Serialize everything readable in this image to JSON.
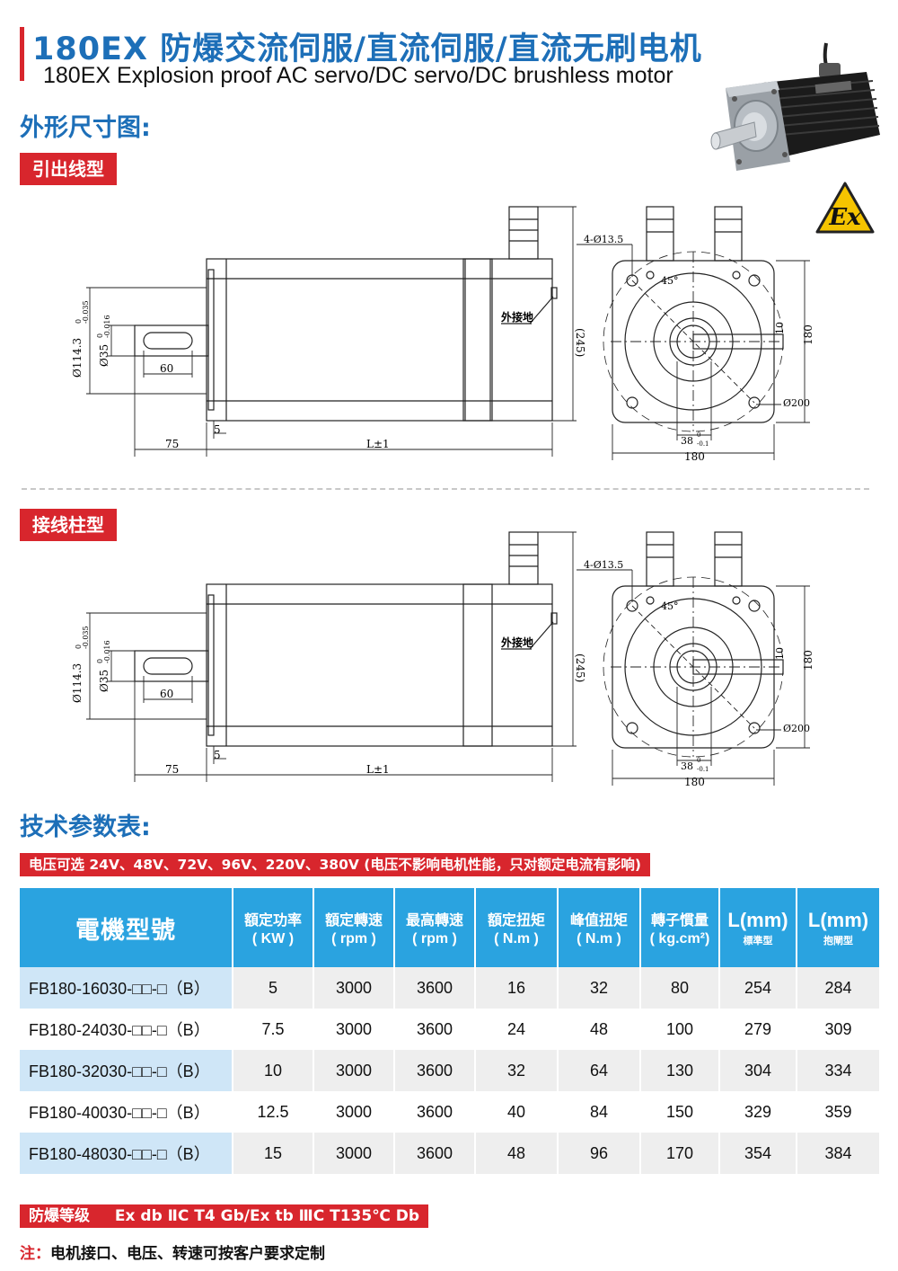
{
  "header": {
    "title_cn": "180EX 防爆交流伺服/直流伺服/直流无刷电机",
    "title_en": "180EX Explosion proof AC servo/DC servo/DC brushless motor"
  },
  "drawing_section": {
    "heading": "外形尺寸图:",
    "type1_tag": "引出线型",
    "type2_tag": "接线柱型",
    "labels": {
      "bolt_holes": "4-Ø13.5",
      "angle": "45°",
      "ground": "外接地",
      "height": "(245)",
      "dim_180_side": "180",
      "dim_180_bottom": "180",
      "keyway_width": "10",
      "pcd": "Ø200",
      "shaft_key": "38",
      "shaft_key_tol_top": "0",
      "shaft_key_tol_bot": "-0.1",
      "flange_len": "75",
      "body_len": "L±1",
      "step": "5",
      "key_len": "60",
      "spigot": "Ø114.3",
      "spigot_tol_top": "0",
      "spigot_tol_bot": "-0.035",
      "shaft": "Ø35",
      "shaft_tol_top": "0",
      "shaft_tol_bot": "-0.016"
    }
  },
  "params_section": {
    "heading": "技术参数表:",
    "voltage_note": "电压可选 24V、48V、72V、96V、220V、380V (电压不影响电机性能，只对额定电流有影响)",
    "table": {
      "headers": [
        {
          "l1": "電機型號"
        },
        {
          "l1": "額定功率",
          "l2": "( KW )"
        },
        {
          "l1": "額定轉速",
          "l2": "( rpm )"
        },
        {
          "l1": "最高轉速",
          "l2": "( rpm )"
        },
        {
          "l1": "額定扭矩",
          "l2": "( N.m )"
        },
        {
          "l1": "峰值扭矩",
          "l2": "( N.m )"
        },
        {
          "l1": "轉子慣量",
          "l2": "( kg.cm²)"
        },
        {
          "l1": "L(mm)",
          "l3": "標準型"
        },
        {
          "l1": "L(mm)",
          "l3": "抱閘型"
        }
      ],
      "rows": [
        [
          "FB180-16030-□□-□（B）",
          "5",
          "3000",
          "3600",
          "16",
          "32",
          "80",
          "254",
          "284"
        ],
        [
          "FB180-24030-□□-□（B）",
          "7.5",
          "3000",
          "3600",
          "24",
          "48",
          "100",
          "279",
          "309"
        ],
        [
          "FB180-32030-□□-□（B）",
          "10",
          "3000",
          "3600",
          "32",
          "64",
          "130",
          "304",
          "334"
        ],
        [
          "FB180-40030-□□-□（B）",
          "12.5",
          "3000",
          "3600",
          "40",
          "84",
          "150",
          "329",
          "359"
        ],
        [
          "FB180-48030-□□-□（B）",
          "15",
          "3000",
          "3600",
          "48",
          "96",
          "170",
          "354",
          "384"
        ]
      ]
    },
    "ex_rating_label": "防爆等级",
    "ex_rating_value": "Ex db ⅡC T4 Gb/Ex tb ⅢC T135℃ Db",
    "note_prefix": "注：",
    "note_text": "电机接口、电压、转速可按客户要求定制"
  },
  "colors": {
    "brand_blue": "#1d6fb8",
    "accent_red": "#d8262d",
    "table_header": "#2aa3e0",
    "ex_yellow": "#f5c400"
  },
  "icons": [
    "motor-photo",
    "ex-certification-icon"
  ]
}
